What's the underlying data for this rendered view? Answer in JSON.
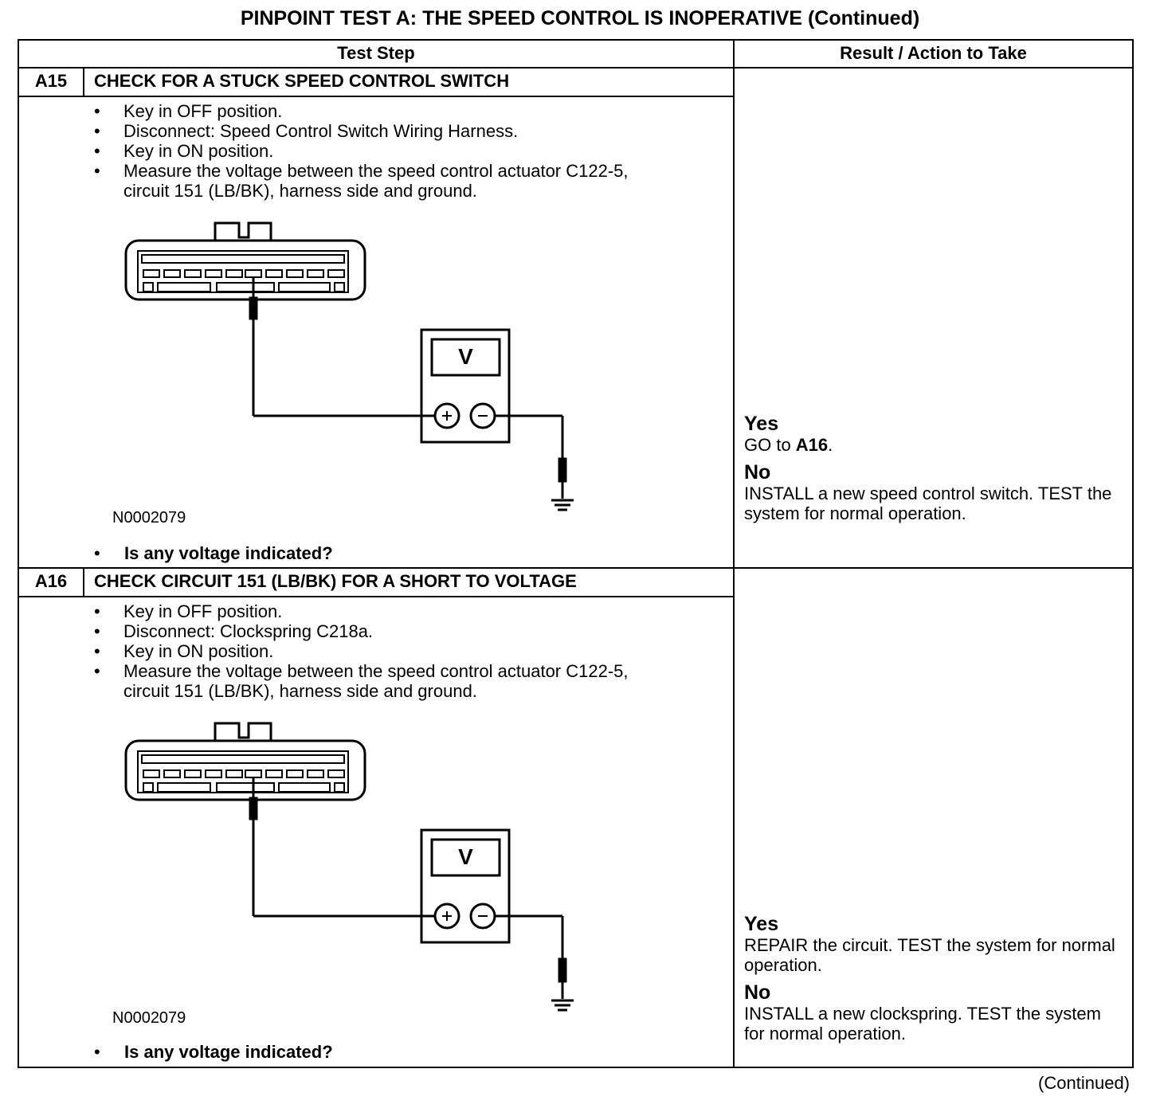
{
  "page": {
    "title": "PINPOINT TEST  A: THE SPEED CONTROL IS INOPERATIVE (Continued)",
    "footer_note": "(Continued)"
  },
  "table": {
    "col_headers": [
      "Test Step",
      "Result / Action to Take"
    ],
    "steps": [
      {
        "id": "A15",
        "title": "CHECK FOR A STUCK SPEED CONTROL SWITCH",
        "bullets": [
          "Key in OFF position.",
          "Disconnect: Speed Control Switch Wiring Harness.",
          "Key in ON position.",
          "Measure the voltage between the speed control actuator C122-5, circuit 151 (LB/BK), harness side and ground."
        ],
        "figure_id": "N0002079",
        "meter_label": "V",
        "question": "Is any voltage indicated?",
        "yes_label": "Yes",
        "yes_prefix": "GO to ",
        "yes_target": "A16",
        "yes_suffix": ".",
        "no_label": "No",
        "no_text": "INSTALL a new speed control switch. TEST the system for normal operation."
      },
      {
        "id": "A16",
        "title": "CHECK CIRCUIT 151 (LB/BK) FOR A SHORT TO VOLTAGE",
        "bullets": [
          "Key in OFF position.",
          "Disconnect: Clockspring C218a.",
          "Key in ON position.",
          "Measure the voltage between the speed control actuator C122-5, circuit 151 (LB/BK), harness side and ground."
        ],
        "figure_id": "N0002079",
        "meter_label": "V",
        "question": "Is any voltage indicated?",
        "yes_label": "Yes",
        "yes_text": "REPAIR the circuit. TEST the system for normal operation.",
        "no_label": "No",
        "no_text": "INSTALL a new clockspring. TEST the system for normal operation."
      }
    ]
  }
}
